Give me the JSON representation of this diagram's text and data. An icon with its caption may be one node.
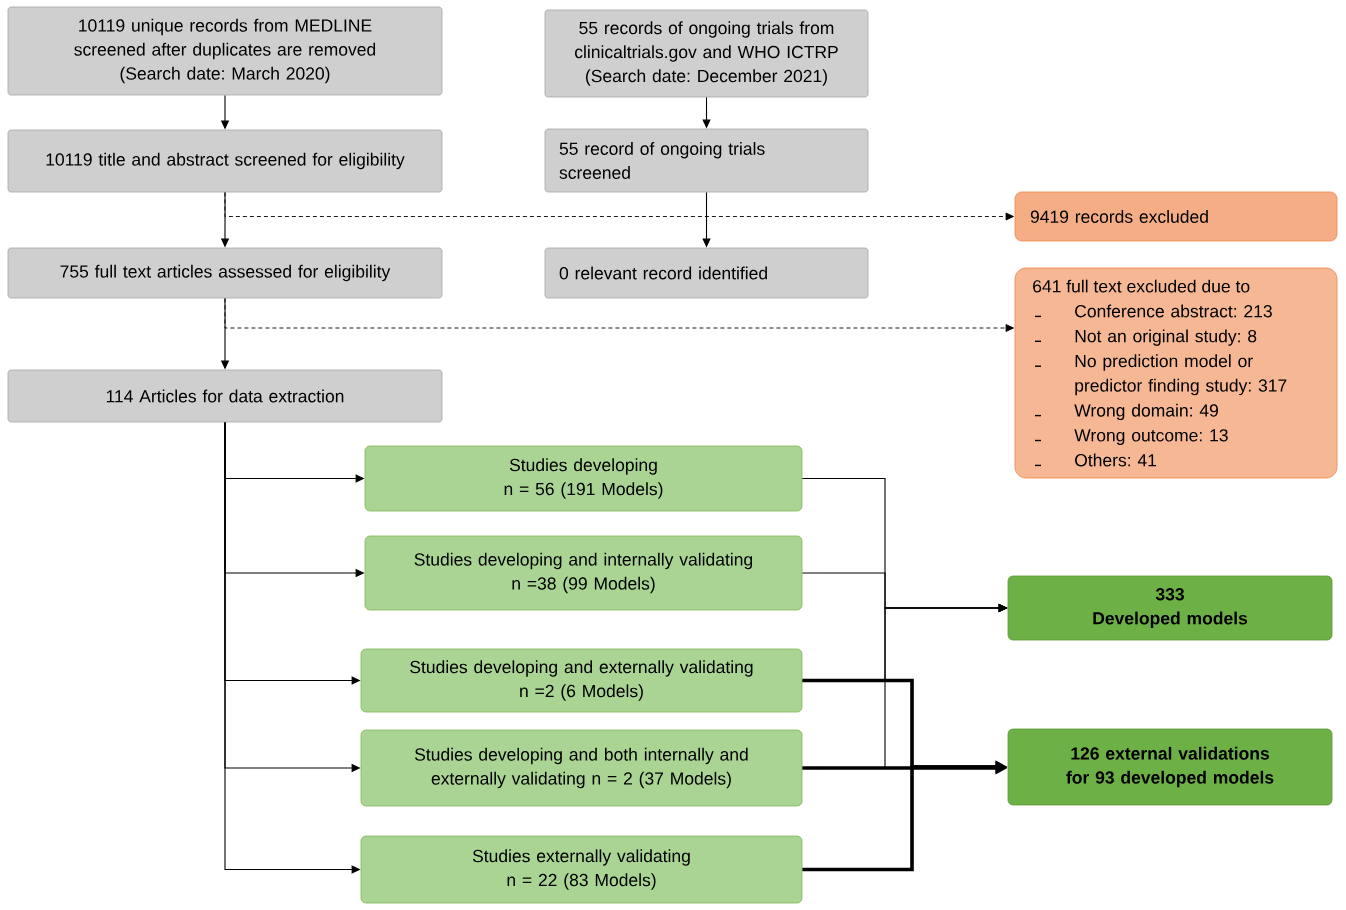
{
  "diagram": {
    "nodes": [
      {
        "text": [
          "10119 unique records from MEDLINE screened after duplicates are removed",
          "(Search date: March 2020)"
        ]
      },
      {
        "text": [
          "55 records of ongoing trials from clinicaltrials.gov and WHO ICTRP",
          "(Search date: December 2021)"
        ]
      },
      {
        "text": [
          "10119 title and abstract screened for eligibility"
        ]
      },
      {
        "text": [
          "55 record of ongoing trials screened"
        ]
      },
      {
        "text": [
          "9419 records excluded"
        ]
      },
      {
        "text": [
          "755 full text articles assessed for eligibility"
        ]
      },
      {
        "text": [
          "0 relevant record identified"
        ]
      },
      {
        "text": [
          "641 full text excluded due to",
          "Conference abstract: 213",
          "Not an original study: 8",
          "No prediction model or predictor finding study: 317",
          "Wrong domain: 49",
          "Wrong outcome: 13",
          "Others: 41"
        ]
      },
      {
        "text": [
          "114 Articles for data extraction"
        ]
      },
      {
        "text": [
          "Studies developing",
          "n = 56 (191 Models)"
        ]
      },
      {
        "text": [
          "Studies developing and internally validating",
          "n =38 (99 Models)"
        ]
      },
      {
        "text": [
          "333",
          "Developed models"
        ]
      },
      {
        "text": [
          "Studies developing and externally validating",
          "n =2 (6 Models)"
        ]
      },
      {
        "text": [
          "Studies developing and both internally and externally validating n = 2 (37 Models)"
        ]
      },
      {
        "text": [
          "126 external validations for 93 developed models"
        ]
      },
      {
        "text": [
          "Studies externally validating",
          "n = 22 (83 Models)"
        ]
      }
    ],
    "edges": [
      {
        "from": 0,
        "to": 2,
        "arrow": "to"
      },
      {
        "from": 1,
        "to": 3,
        "arrow": "to"
      },
      {
        "from": 2,
        "to": 4,
        "arrow": "to",
        "style": "dashed"
      },
      {
        "from": 2,
        "to": 5,
        "arrow": "to"
      },
      {
        "from": 3,
        "to": 6,
        "arrow": "to"
      },
      {
        "from": 5,
        "to": 7,
        "arrow": "to",
        "style": "dashed"
      },
      {
        "from": 5,
        "to": 8,
        "arrow": "to"
      },
      {
        "from": 8,
        "to": 9,
        "arrow": "to"
      },
      {
        "from": 8,
        "to": 10,
        "arrow": "to"
      },
      {
        "from": 8,
        "to": 12,
        "arrow": "to"
      },
      {
        "from": 8,
        "to": 13,
        "arrow": "to"
      },
      {
        "from": 8,
        "to": 15,
        "arrow": "to"
      },
      {
        "from": 9,
        "to": 11,
        "arrow": "to"
      },
      {
        "from": 10,
        "to": 11,
        "arrow": "to"
      },
      {
        "from": 12,
        "to": 11,
        "arrow": "to"
      },
      {
        "from": 13,
        "to": 11,
        "arrow": "to"
      },
      {
        "from": 12,
        "to": 14,
        "arrow": "to",
        "style": "thick"
      },
      {
        "from": 13,
        "to": 14,
        "arrow": "to",
        "style": "thick"
      },
      {
        "from": 15,
        "to": 14,
        "arrow": "to",
        "style": "thick"
      }
    ]
  }
}
